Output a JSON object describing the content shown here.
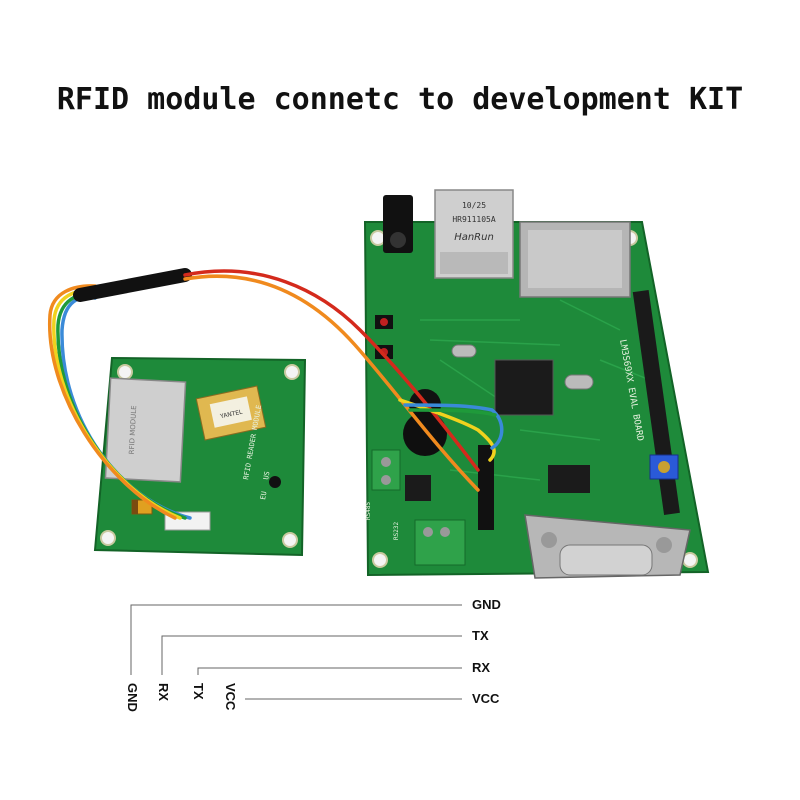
{
  "title": "RFID module connetc to development KIT",
  "rfid_module": {
    "silkscreen": "RFID READER MODULE",
    "region_eu": "EU",
    "region_us": "US",
    "shield_label": "RFID MODULE",
    "chip_label": "YANTEL"
  },
  "dev_board": {
    "board_name": "LM3S69XX EVAL BOARD",
    "jack_brand": "HanRun",
    "jack_part": "HR911105A",
    "jack_date": "10/25",
    "rs485": "RS485",
    "rs232": "RS232"
  },
  "pinout": {
    "right_labels": [
      "GND",
      "TX",
      "RX",
      "VCC"
    ],
    "bottom_labels": [
      "GND",
      "RX",
      "TX",
      "VCC"
    ]
  },
  "colors": {
    "pcb_green": "#1e8a3a",
    "pcb_dark": "#14682b",
    "wire_black": "#111111",
    "wire_red": "#d42a1c",
    "wire_orange": "#f08a1e",
    "wire_yellow": "#f0d21e",
    "wire_green": "#1f9a3a",
    "wire_blue": "#3a8ad8"
  }
}
